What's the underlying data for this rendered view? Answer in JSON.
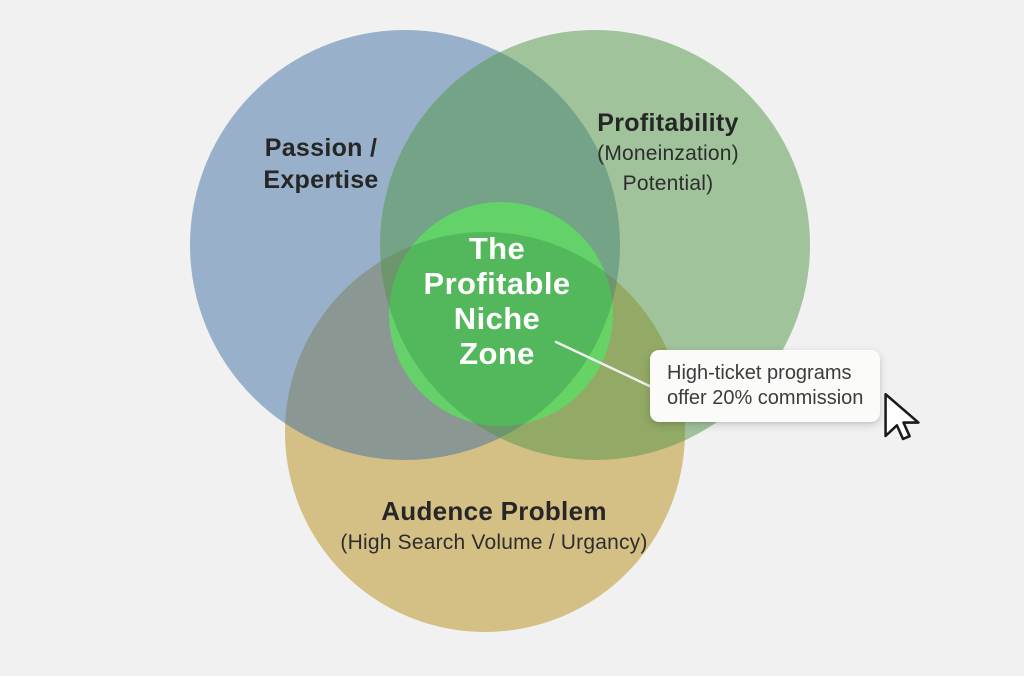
{
  "colors": {
    "background": "#f1f1f2",
    "passion_circle": "#3f6fa0",
    "profitability_circle": "#4f9546",
    "audience_circle": "#b78d18",
    "niche_circle": "#5fda64",
    "niche_core_shade": "#2d7846",
    "leader_line": "#eeeeec",
    "heading_text": "#262626",
    "center_text": "#ffffff"
  },
  "diagram": {
    "type": "venn",
    "circles": [
      {
        "id": "passion",
        "label": "Passion / Expertise"
      },
      {
        "id": "profitability",
        "label": "Profitability (Moneinzation) Potential)"
      },
      {
        "id": "audience",
        "label": "Audence Problem (High Search Volume / Urgancy)"
      },
      {
        "id": "niche-zone",
        "label": "The Profitable Niche Zone"
      }
    ]
  },
  "labels": {
    "passion": {
      "line1": "Passion /",
      "line2": "Expertise"
    },
    "profitability": {
      "line1": "Profitability",
      "line2": "(Moneinzation)",
      "line3": "Potential)"
    },
    "audience": {
      "line1": "Audence Problem",
      "line2": "(High Search Volume / Urgancy)"
    },
    "niche": {
      "line1": "The",
      "line2": "Profitable",
      "line3": "Niche",
      "line4": "Zone"
    }
  },
  "tooltip": {
    "line1": "High-ticket programs",
    "line2": "offer 20% commission"
  },
  "cursor_icon": "arrow-pointer"
}
